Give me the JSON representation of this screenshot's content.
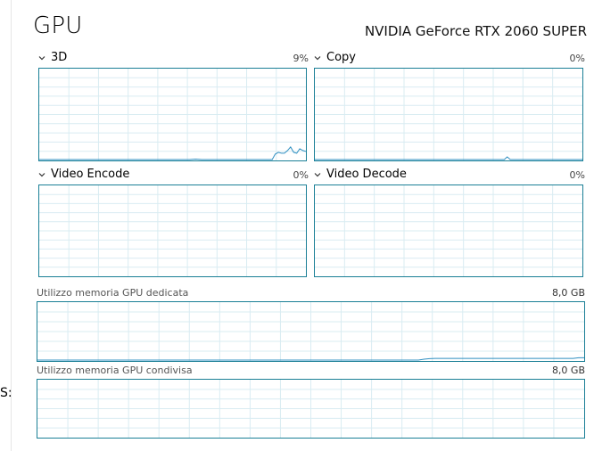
{
  "header": {
    "title": "GPU",
    "device": "NVIDIA GeForce RTX 2060 SUPER"
  },
  "side": {
    "glyph": "S:"
  },
  "engines": [
    {
      "label": "3D",
      "percent": "9%",
      "series": [
        0,
        0,
        0,
        0,
        0,
        0,
        0,
        0,
        0,
        0,
        0,
        0,
        0,
        0,
        0,
        0,
        0,
        0,
        0,
        0,
        0,
        0,
        0,
        0,
        0,
        0,
        0,
        0,
        0,
        0,
        0,
        0,
        0,
        0,
        0,
        0,
        0,
        0,
        0,
        0,
        0,
        0,
        0,
        0,
        0,
        0,
        0,
        0,
        0,
        0,
        0.3,
        0.5,
        0.3,
        0,
        0,
        0,
        0,
        0,
        0,
        0,
        0,
        0,
        0,
        0,
        0,
        0,
        0,
        0,
        0,
        0,
        0,
        0,
        0,
        0,
        0,
        0,
        0,
        6,
        8,
        7,
        7,
        10,
        14,
        8,
        7,
        12,
        10,
        9
      ]
    },
    {
      "label": "Copy",
      "percent": "0%",
      "series": [
        0,
        0,
        0,
        0,
        0,
        0,
        0,
        0,
        0,
        0,
        0,
        0,
        0,
        0,
        0,
        0,
        0,
        0,
        0,
        0,
        0,
        0,
        0,
        0,
        0,
        0,
        0,
        0,
        0,
        0,
        0,
        0,
        0,
        0,
        0,
        0,
        0,
        0,
        0,
        0,
        0,
        0,
        0,
        0,
        0,
        0,
        0,
        0,
        0,
        0,
        0,
        0,
        0,
        0,
        0,
        0,
        0,
        0,
        0,
        0,
        0,
        0,
        0,
        0,
        3,
        0,
        0,
        0,
        0,
        0,
        0,
        0,
        0,
        0,
        0,
        0,
        0,
        0,
        0,
        0,
        0,
        0,
        0,
        0,
        0,
        0,
        0,
        0,
        0,
        0
      ]
    },
    {
      "label": "Video Encode",
      "percent": "0%",
      "series": []
    },
    {
      "label": "Video Decode",
      "percent": "0%",
      "series": []
    }
  ],
  "memory": [
    {
      "label": "Utilizzo memoria GPU dedicata",
      "size": "8,0 GB",
      "series": [
        0,
        0,
        0,
        0,
        0,
        0,
        0,
        0,
        0,
        0,
        0,
        0,
        0,
        0,
        0,
        0,
        0,
        0,
        0,
        0,
        0,
        0,
        0,
        0,
        0,
        0,
        0,
        0,
        0,
        0,
        0,
        0,
        0,
        0,
        0,
        0,
        0,
        0,
        0,
        0,
        0,
        0,
        0,
        0,
        0,
        0,
        0,
        0,
        0,
        0,
        0,
        0,
        0,
        0,
        0,
        0,
        0,
        0,
        0,
        0,
        0,
        0,
        0,
        0,
        0,
        0,
        0,
        0,
        0,
        0,
        1.5,
        2.5,
        3,
        3,
        3,
        3,
        3,
        3,
        3,
        3,
        3,
        3,
        3,
        3,
        3,
        3,
        3,
        3,
        3,
        3,
        3,
        3,
        3,
        3,
        3,
        3,
        3,
        3,
        4,
        4
      ]
    },
    {
      "label": "Utilizzo memoria GPU condivisa",
      "size": "8,0 GB",
      "series": []
    }
  ],
  "colors": {
    "accent": "#1a7f96",
    "grid": "#d9ecf2",
    "line": "#2f8fc1"
  }
}
